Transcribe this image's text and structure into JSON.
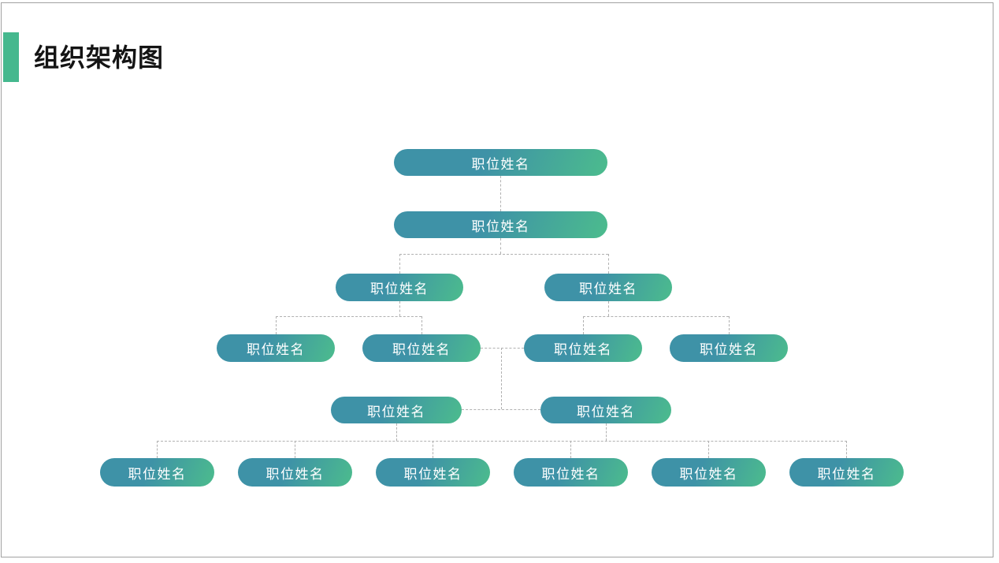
{
  "slide": {
    "title": "组织架构图"
  },
  "org_chart": {
    "levels": [
      {
        "level": 1,
        "nodes": [
          {
            "label": "职位姓名"
          }
        ]
      },
      {
        "level": 2,
        "nodes": [
          {
            "label": "职位姓名"
          }
        ]
      },
      {
        "level": 3,
        "nodes": [
          {
            "label": "职位姓名"
          },
          {
            "label": "职位姓名"
          }
        ]
      },
      {
        "level": 4,
        "nodes": [
          {
            "label": "职位姓名"
          },
          {
            "label": "职位姓名"
          },
          {
            "label": "职位姓名"
          },
          {
            "label": "职位姓名"
          }
        ]
      },
      {
        "level": 5,
        "nodes": [
          {
            "label": "职位姓名"
          },
          {
            "label": "职位姓名"
          }
        ]
      },
      {
        "level": 6,
        "nodes": [
          {
            "label": "职位姓名"
          },
          {
            "label": "职位姓名"
          },
          {
            "label": "职位姓名"
          },
          {
            "label": "职位姓名"
          },
          {
            "label": "职位姓名"
          },
          {
            "label": "职位姓名"
          }
        ]
      }
    ]
  },
  "colors": {
    "accent": "#45B88E",
    "node_gradient_start": "#3E92A7",
    "node_gradient_end": "#4CBC8D",
    "node_text": "#FFFFFF",
    "connector": "#B1B1B1",
    "title_text": "#141414",
    "slide_border": "#A2A2A2",
    "background": "#FFFFFF"
  }
}
